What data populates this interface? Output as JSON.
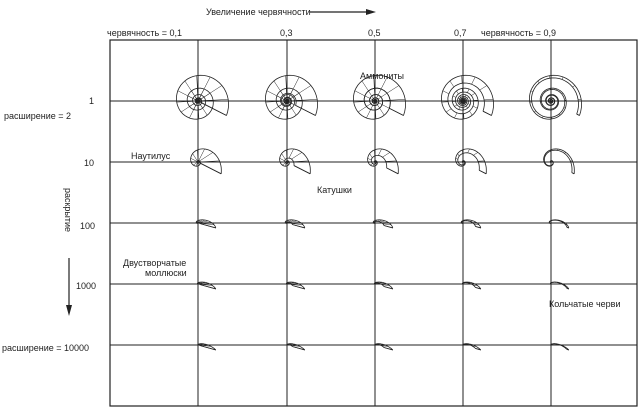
{
  "title": "Увеличение червячности",
  "columns": [
    {
      "label": "червячность = 0,1",
      "value": 0.1
    },
    {
      "label": "0,3",
      "value": 0.3
    },
    {
      "label": "0,5",
      "value": 0.5
    },
    {
      "label": "0,7",
      "value": 0.7
    },
    {
      "label": "червячность = 0,9",
      "value": 0.9
    }
  ],
  "rows": [
    {
      "label": "1",
      "value": 2,
      "sub_label": "расширение = 2"
    },
    {
      "label": "10",
      "value": 10
    },
    {
      "label": "100",
      "value": 100
    },
    {
      "label": "1000",
      "value": 1000
    },
    {
      "label": "расширение = 10000",
      "value": 10000
    }
  ],
  "vertical_axis_label": "раскрытие",
  "groups": {
    "ammonites": "Аммониты",
    "nautilus": "Наутилус",
    "coils": "Катушки",
    "bivalves_1": "Двустворчатые",
    "bivalves_2": "моллюски",
    "worms": "Кольчатые черви"
  }
}
